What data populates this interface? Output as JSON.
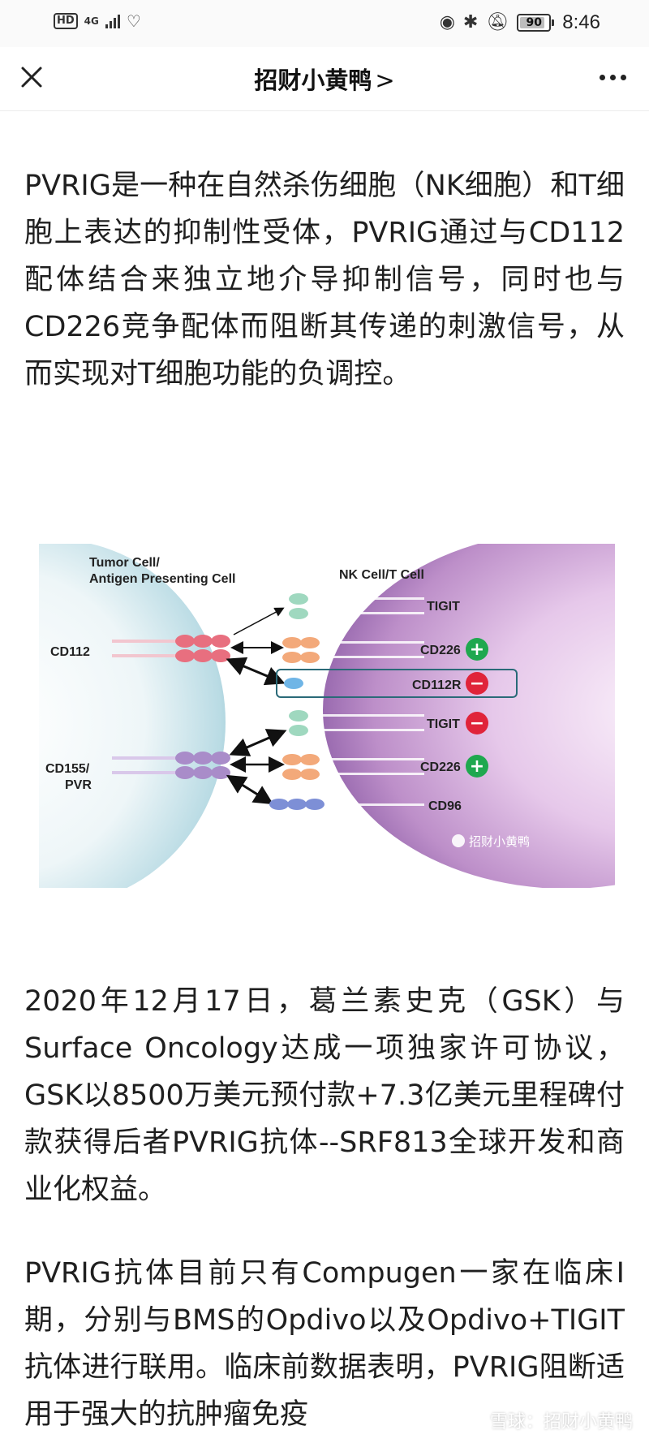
{
  "status_bar": {
    "hd": "HD",
    "network": "4G",
    "battery": "90",
    "time": "8:46"
  },
  "nav": {
    "title": "招财小黄鸭",
    "chevron": ">"
  },
  "article": {
    "paragraph_1": "PVRIG是一种在自然杀伤细胞（NK细胞）和T细胞上表达的抑制性受体，PVRIG通过与CD112配体结合来独立地介导抑制信号，同时也与CD226竞争配体而阻断其传递的刺激信号，从而实现对T细胞功能的负调控。",
    "figure": {
      "left_cell_title_1": "Tumor Cell/",
      "left_cell_title_2": "Antigen Presenting Cell",
      "right_cell_title": "NK Cell/T Cell",
      "ligand_1": "CD112",
      "ligand_2_line1": "CD155/",
      "ligand_2_line2": "PVR",
      "receptors": [
        "TIGIT",
        "CD226",
        "CD112R",
        "TIGIT",
        "CD226",
        "CD96"
      ],
      "signs": [
        "",
        "+",
        "−",
        "−",
        "+",
        ""
      ],
      "watermark": "招财小黄鸭",
      "colors": {
        "plus": "#1fa84f",
        "minus": "#e0243a",
        "highlight_box": "#2a6a78"
      }
    },
    "paragraph_2": "2020年12月17日，葛兰素史克（GSK）与Surface Oncology达成一项独家许可协议，GSK以8500万美元预付款+7.3亿美元里程碑付款获得后者PVRIG抗体--SRF813全球开发和商业化权益。",
    "paragraph_3": "PVRIG抗体目前只有Compugen一家在临床I期，分别与BMS的Opdivo以及Opdivo+TIGIT抗体进行联用。临床前数据表明，PVRIG阻断适用于强大的抗肿瘤免疫"
  },
  "watermark": "雪球：招财小黄鸭"
}
